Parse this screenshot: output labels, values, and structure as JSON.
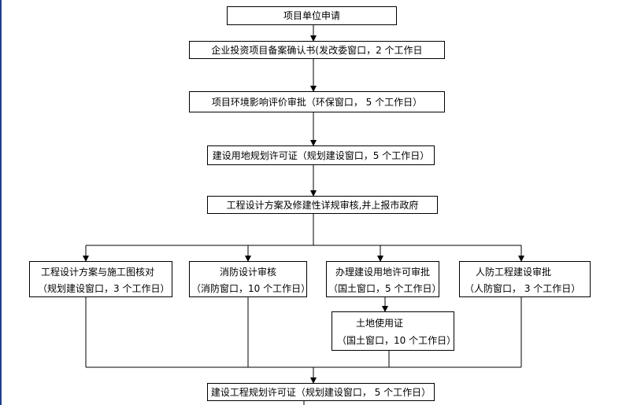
{
  "boxes": {
    "step1": "项目单位申请",
    "step2": "企业投资项目备案确认书(发改委窗口，2 个工作日",
    "step3": "项目环境影响评价审批（环保窗口， 5 个工作日）",
    "step4": "建设用地规划许可证（规划建设窗口，5 个工作日）",
    "step5": "工程设计方案及修建性详规审核,并上报市政府",
    "branch1": {
      "line1": "工程设计方案与施工图核对",
      "line2": "（规划建设窗口，3 个工作日）"
    },
    "branch2": {
      "line1": "消防设计审核",
      "line2": "（消防窗口，10 个工作日）"
    },
    "branch3": {
      "line1": "办理建设用地许可审批",
      "line2": "（国土窗口，5 个工作日）"
    },
    "branch4": {
      "line1": "人防工程建设审批",
      "line2": "（人防窗口， 3 个工作日）"
    },
    "land_cert": {
      "line1": "土地使用证",
      "line2": "（国土窗口，10 个工作日）"
    },
    "final": "建设工程规划许可证（规划建设窗口， 5 个工作日）"
  }
}
